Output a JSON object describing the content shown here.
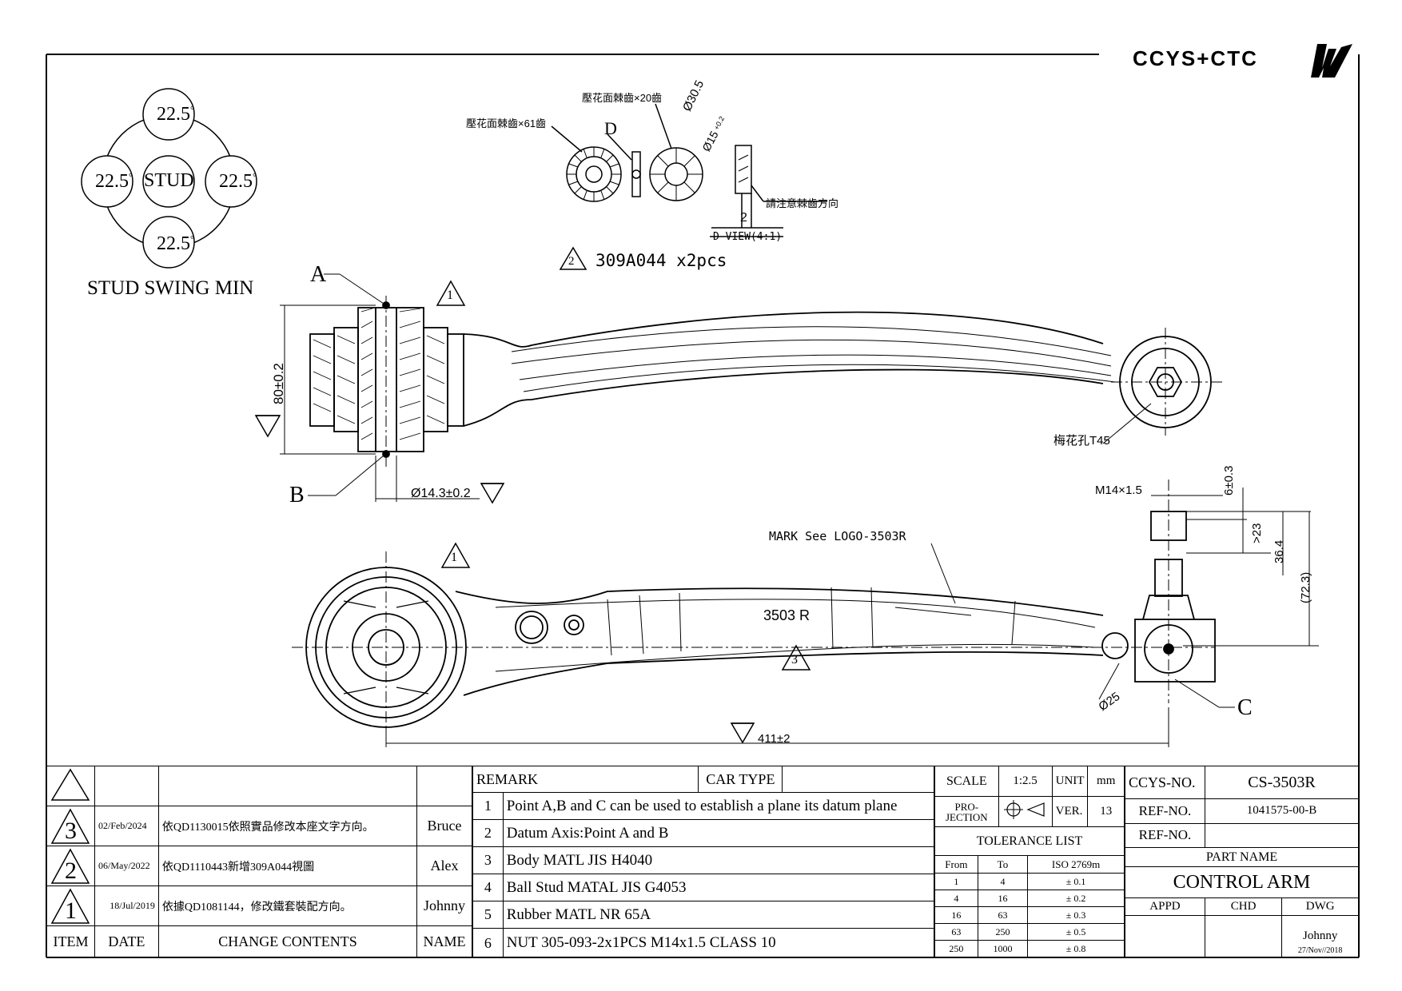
{
  "brand": {
    "logo_text": "CCYS+CTC"
  },
  "stud_swing": {
    "center": "STUD",
    "top": "22.5",
    "left": "22.5",
    "right": "22.5",
    "bottom": "22.5",
    "degree_mark": "°",
    "caption": "STUD SWING MIN"
  },
  "detail": {
    "washer_teeth_61": "壓花面棘齒×61齒",
    "washer_teeth_20": "壓花面棘齒×20齒",
    "label_d": "D",
    "dia_305": "Ø30.5",
    "dia_15": "Ø15",
    "tol_15": "+0.2",
    "note_direction": "請注意棘齒方向",
    "dim_2": "2",
    "d_view": "D VIEW(4:1)",
    "part_ref": "309A044 x2pcs",
    "rev_mark": "2"
  },
  "top_view": {
    "point_a": "A",
    "point_b": "B",
    "rev_mark": "1",
    "dim_height": "80±0.2",
    "dim_bore": "Ø14.3±0.2",
    "torx": "梅花孔T45"
  },
  "bottom_view": {
    "rev_mark_1": "1",
    "rev_mark_3": "3",
    "mark_note": "MARK See LOGO-3503R",
    "part_mark": "3503 R",
    "dim_thread": "M14×1.5",
    "dim_6": "6±0.3",
    "dim_23": ">23",
    "dim_364": "36.4",
    "dim_723": "(72.3)",
    "dim_ball": "Ø25",
    "point_c": "C",
    "dim_length": "411±2"
  },
  "revisions": [
    {
      "mark": "3",
      "date": "02/Feb/2024",
      "content": "依QD1130015依照實品修改本座文字方向。",
      "name": "Bruce"
    },
    {
      "mark": "2",
      "date": "06/May/2022",
      "content": "依QD1110443新增309A044視圖",
      "name": "Alex"
    },
    {
      "mark": "1",
      "date": "18/Jul/2019",
      "content": "依據QD1081144，修改鐵套裝配方向。",
      "name": "Johnny"
    }
  ],
  "revision_headers": {
    "item": "ITEM",
    "date": "DATE",
    "content": "CHANGE CONTENTS",
    "name": "NAME"
  },
  "remark": {
    "remark_label": "REMARK",
    "car_type_label": "CAR TYPE",
    "car_type_value": "",
    "items": [
      {
        "no": "1",
        "text": "Point A,B and C can be used to establish a plane its datum plane"
      },
      {
        "no": "2",
        "text": "Datum Axis:Point A and B"
      },
      {
        "no": "3",
        "text": "Body MATL JIS H4040"
      },
      {
        "no": "4",
        "text": "Ball Stud MATAL JIS G4053"
      },
      {
        "no": "5",
        "text": "Rubber MATL NR 65A"
      },
      {
        "no": "6",
        "text": "NUT 305-093-2x1PCS M14x1.5 CLASS 10"
      }
    ]
  },
  "info": {
    "scale_label": "SCALE",
    "scale_value": "1:2.5",
    "unit_label": "UNIT",
    "unit_value": "mm",
    "projection_label": "PRO-\nJECTION",
    "ver_label": "VER.",
    "ver_value": "13",
    "tolerance_title": "TOLERANCE LIST",
    "tol_headers": [
      "From",
      "To",
      "ISO 2769m"
    ],
    "tol_rows": [
      [
        "1",
        "4",
        "± 0.1"
      ],
      [
        "4",
        "16",
        "± 0.2"
      ],
      [
        "16",
        "63",
        "± 0.3"
      ],
      [
        "63",
        "250",
        "± 0.5"
      ],
      [
        "250",
        "1000",
        "± 0.8"
      ]
    ]
  },
  "title_block": {
    "ccys_no_label": "CCYS-NO.",
    "ccys_no_value": "CS-3503R",
    "ref_no_label": "REF-NO.",
    "ref_no_value": "1041575-00-B",
    "ref_no2_label": "REF-NO.",
    "ref_no2_value": "",
    "part_name_label": "PART NAME",
    "part_name_value": "CONTROL ARM",
    "appd_label": "APPD",
    "chd_label": "CHD",
    "dwg_label": "DWG",
    "dwg_name": "Johnny",
    "dwg_date": "27/Nov//2018"
  }
}
